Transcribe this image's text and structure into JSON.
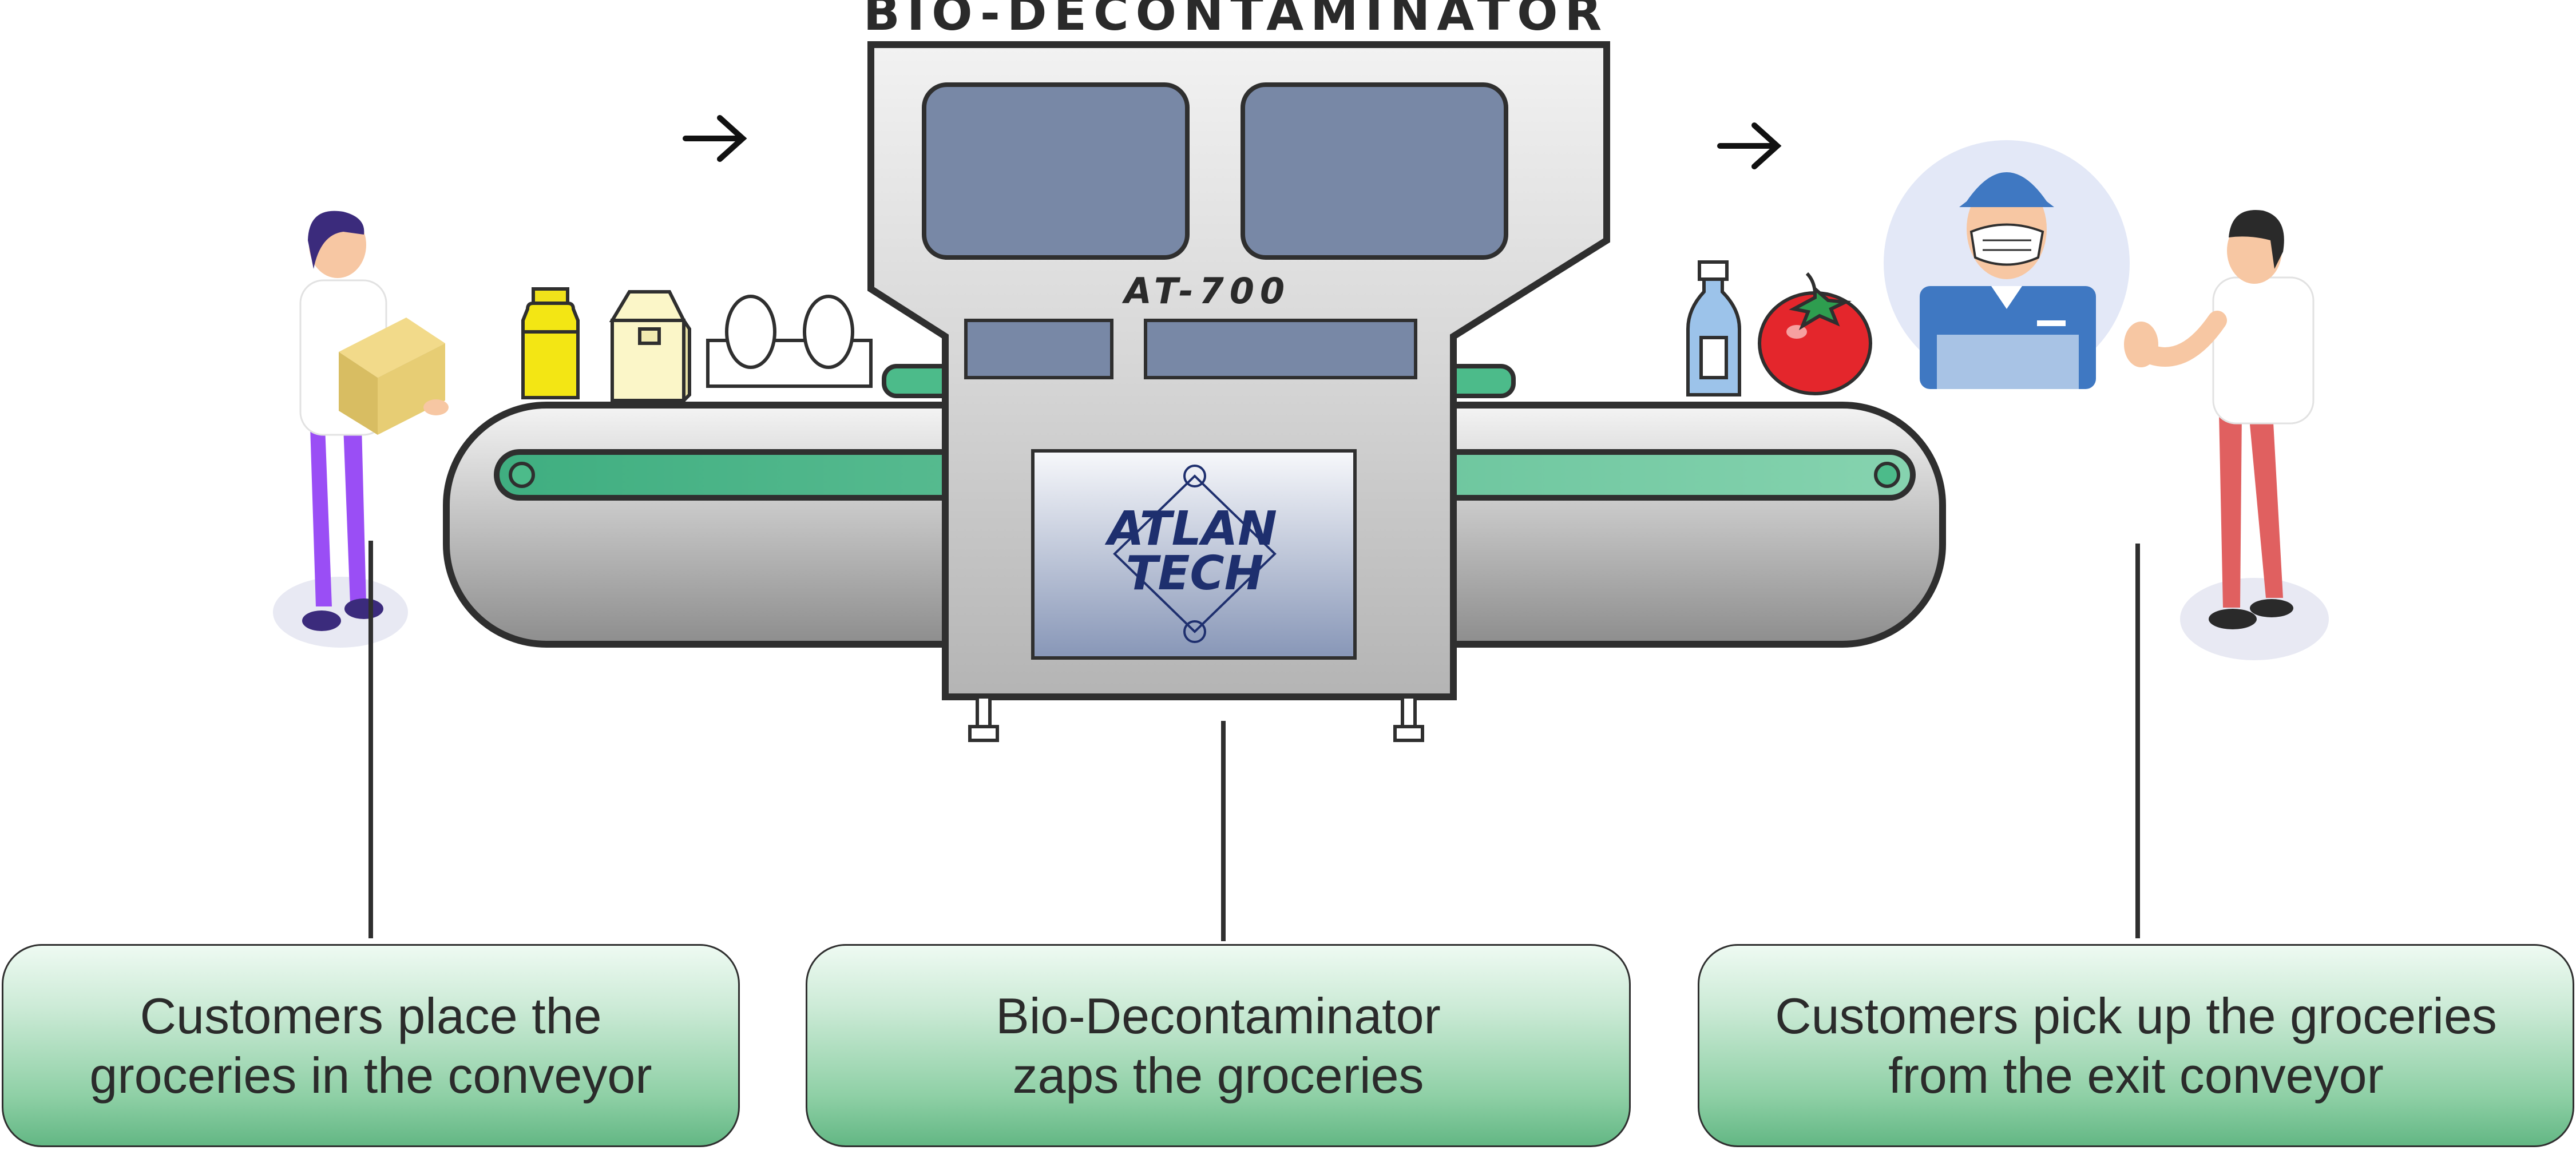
{
  "machine": {
    "title": "BIO-DECONTAMINATOR",
    "model": "AT-700",
    "logo_line1": "ATLAN",
    "logo_line2": "TECH"
  },
  "captions": [
    {
      "line1": "Customers place the",
      "line2": "groceries in the conveyor"
    },
    {
      "line1": "Bio-Decontaminator",
      "line2": "zaps the groceries"
    },
    {
      "line1": "Customers pick up the groceries",
      "line2": "from the exit conveyor"
    }
  ],
  "colors": {
    "conveyor_belt": "#4cbb8a",
    "machine_body": "#c9c9c9",
    "machine_window": "#7888a6",
    "logo_ink": "#1e2f6e",
    "caption_green": "#63b784",
    "outline": "#2f2f2f"
  },
  "icons": [
    "arrow-right-icon",
    "milk-bottle-icon",
    "milk-carton-icon",
    "egg-tray-icon",
    "water-bottle-icon",
    "tomato-icon",
    "masked-worker-icon",
    "customer-with-box-icon",
    "customer-waving-icon"
  ]
}
